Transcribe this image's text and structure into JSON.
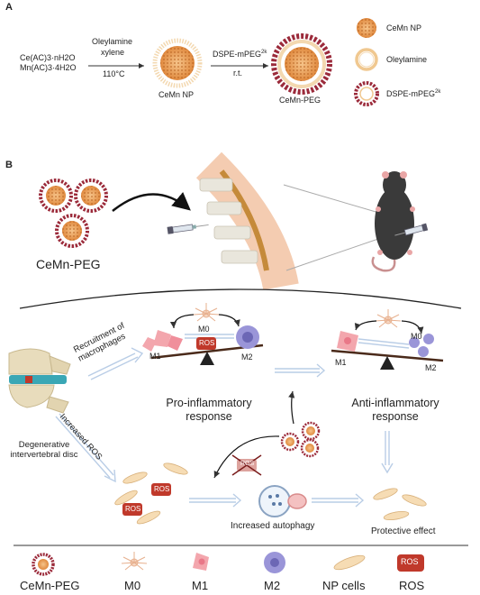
{
  "panel_a": {
    "letter": "A",
    "reagent1": "Ce(AC)3·nH2O",
    "reagent2": "Mn(AC)3·4H2O",
    "cond1": "Oleylamine",
    "cond2": "xylene",
    "cond3": "110°C",
    "product1": "CeMn NP",
    "arrow2_top": "DSPE-mPEG",
    "arrow2_sup": "2k",
    "arrow2_bottom": "r.t.",
    "product2": "CeMn-PEG",
    "legend": {
      "item1": "CeMn NP",
      "item2": "Oleylamine",
      "item3": "DSPE-mPEG",
      "item3_sup": "2k"
    }
  },
  "panel_b": {
    "letter": "B",
    "cemn_peg_label": "CeMn-PEG",
    "recruitment_line1": "Recruitment of",
    "recruitment_line2": "macrophages",
    "increased_ros": "Increased ROS",
    "degenerative_line1": "Degenerative",
    "degenerative_line2": "intervertebral disc",
    "pro_line1": "Pro-inflammatory",
    "pro_line2": "response",
    "anti_line1": "Anti-inflammatory",
    "anti_line2": "response",
    "m0": "M0",
    "m1": "M1",
    "m2": "M2",
    "ros": "ROS",
    "autophagy": "Increased autophagy",
    "protective": "Protective effect"
  },
  "bottom_legend": {
    "items": [
      "CeMn-PEG",
      "M0",
      "M1",
      "M2",
      "NP cells",
      "ROS"
    ]
  },
  "colors": {
    "pro_bg": "#e6eef8",
    "anti_bg": "#e9f2dc",
    "ros_red": "#c0392b",
    "arrow_blue": "#b9cde6",
    "peg_red": "#9b2a3a",
    "np_orange": "#e8a25a"
  }
}
